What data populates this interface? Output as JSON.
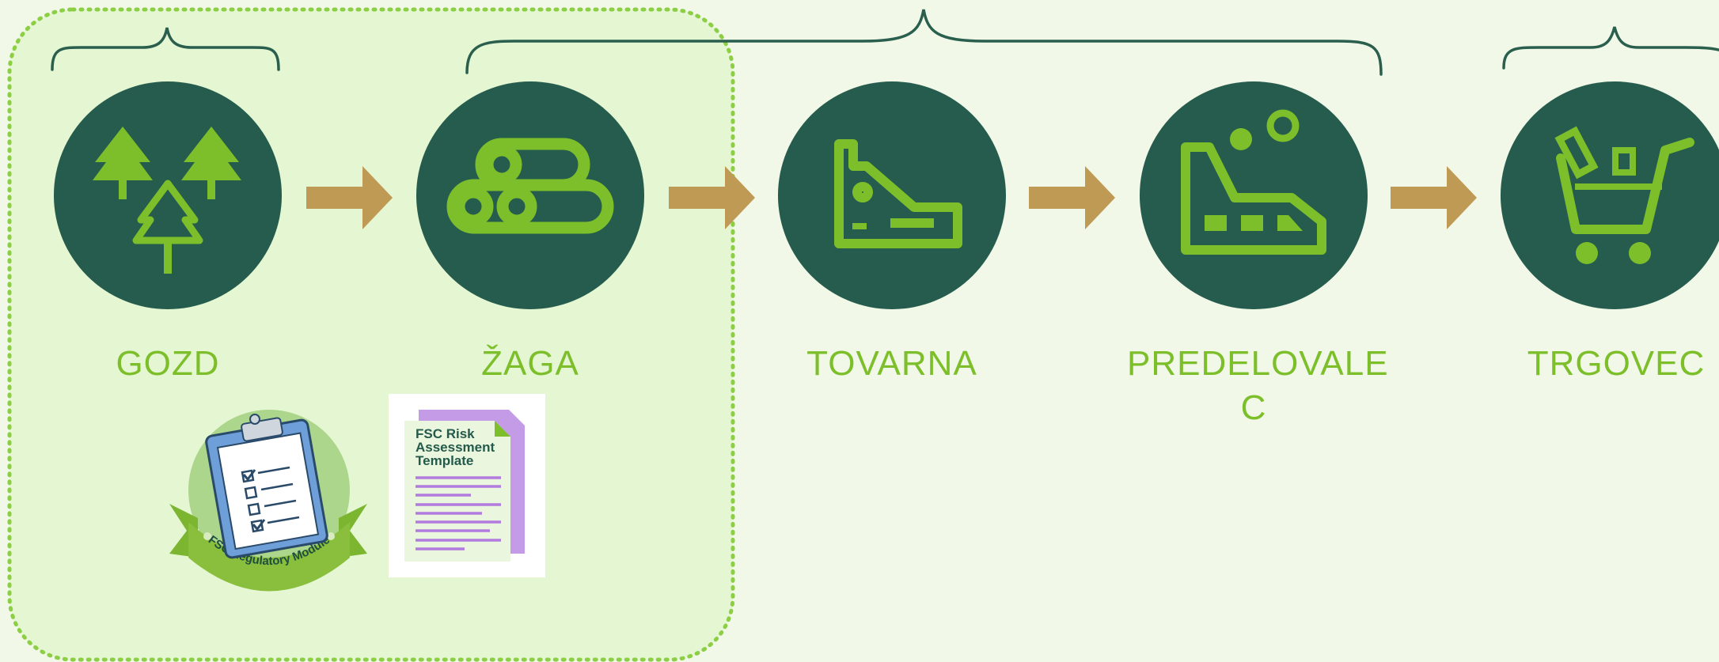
{
  "stages": [
    {
      "id": "gozd",
      "label": "GOZD",
      "icon": "forest-icon"
    },
    {
      "id": "zaga",
      "label": "ŽAGA",
      "icon": "logs-icon"
    },
    {
      "id": "tovarna",
      "label": "TOVARNA",
      "icon": "factory-icon"
    },
    {
      "id": "predelovalec",
      "label": "PREDELOVALEC",
      "label_lines": [
        "PREDELOVALE",
        "C"
      ],
      "icon": "processing-plant-icon"
    },
    {
      "id": "trgovec",
      "label": "TRGOVEC",
      "icon": "shopping-cart-icon"
    }
  ],
  "badge": {
    "text": "FSC Regulatory Module",
    "icon": "clipboard-checklist-icon"
  },
  "template_doc": {
    "title_lines": [
      "FSC Risk",
      "Assessment",
      "Template"
    ],
    "icon": "document-icon"
  },
  "colors": {
    "background": "#f1f8e8",
    "highlight_fill": "#e4f6d2",
    "highlight_border": "#8ccf45",
    "circle": "#265c4d",
    "icon": "#7cbf2a",
    "label": "#7cbf2a",
    "arrow": "#bf9a55",
    "brace": "#2a5e4d"
  }
}
